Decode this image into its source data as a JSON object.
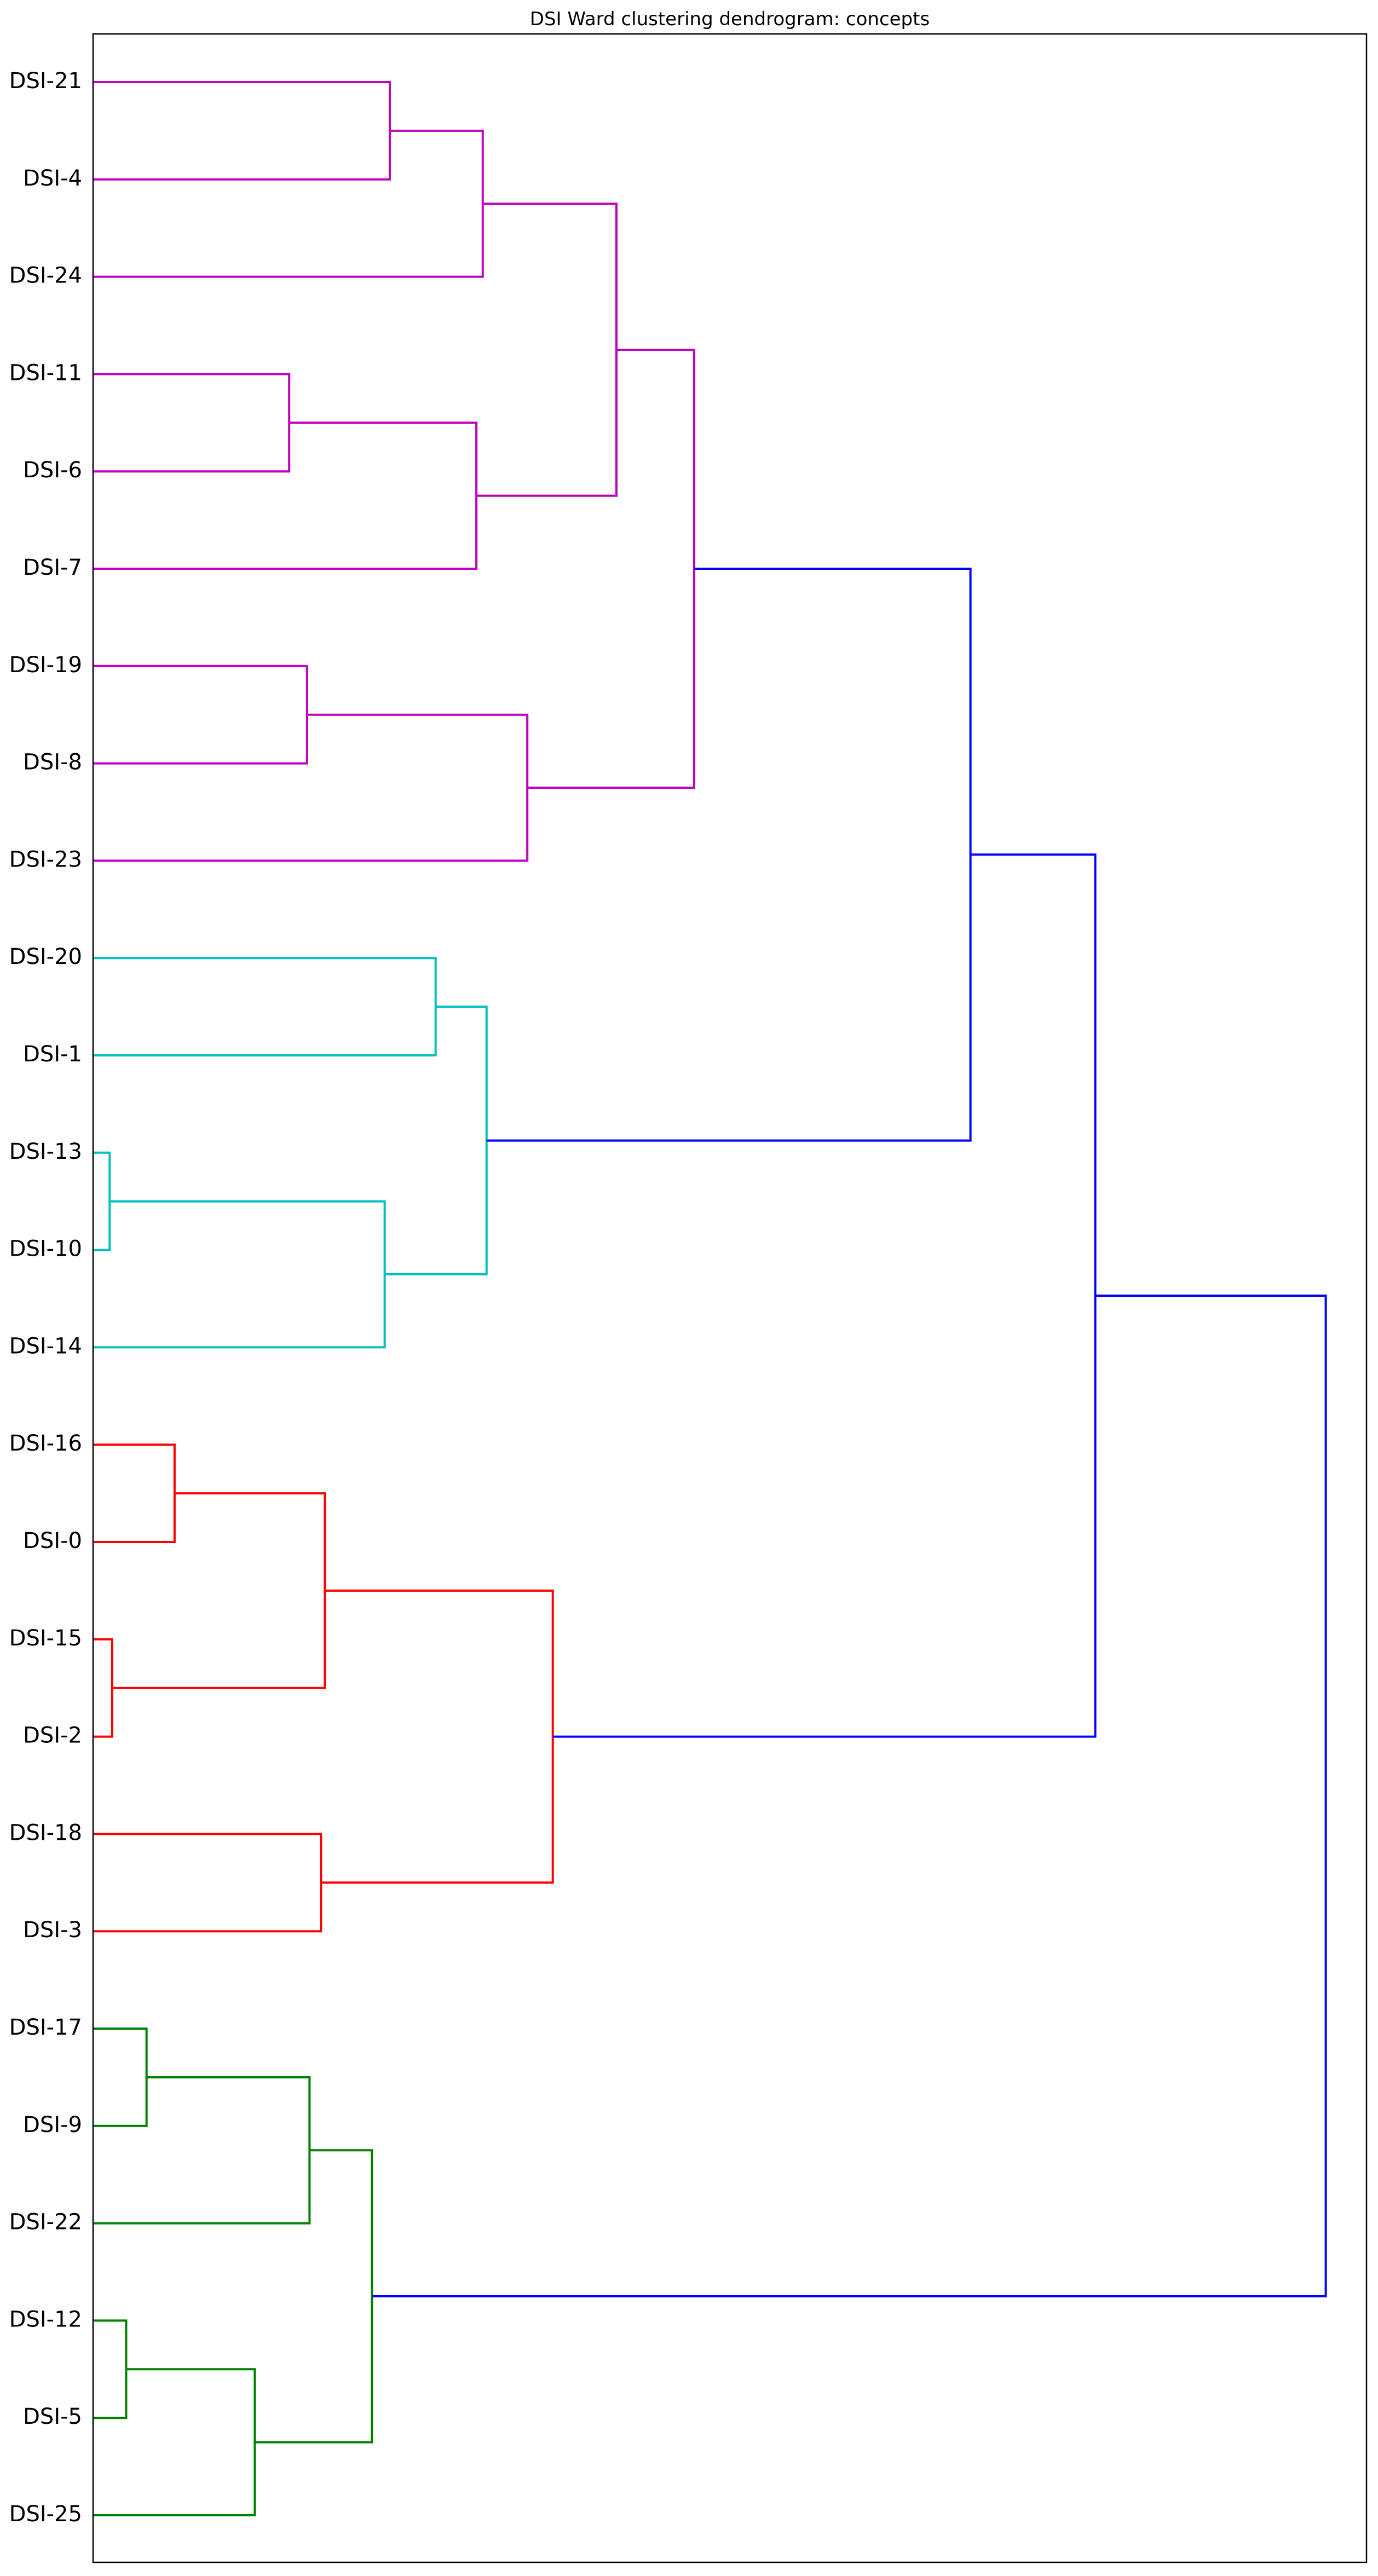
{
  "chart_data": {
    "type": "dendrogram",
    "title": "DSI Ward clustering dendrogram: concepts",
    "orientation": "left",
    "leaves": [
      "DSI-21",
      "DSI-4",
      "DSI-24",
      "DSI-11",
      "DSI-6",
      "DSI-7",
      "DSI-19",
      "DSI-8",
      "DSI-23",
      "DSI-20",
      "DSI-1",
      "DSI-13",
      "DSI-10",
      "DSI-14",
      "DSI-16",
      "DSI-0",
      "DSI-15",
      "DSI-2",
      "DSI-18",
      "DSI-3",
      "DSI-17",
      "DSI-9",
      "DSI-22",
      "DSI-12",
      "DSI-5",
      "DSI-25"
    ],
    "distance_range": [
      0,
      1
    ],
    "colors": {
      "magenta": "#bf00bf",
      "cyan": "#00bfbf",
      "red": "#ff0000",
      "green": "#008000",
      "blue": "#0000ff"
    },
    "merges": [
      {
        "id": "m1",
        "children": [
          "DSI-21",
          "DSI-4"
        ],
        "height": 0.233,
        "color": "magenta"
      },
      {
        "id": "m2",
        "children": [
          "m1",
          "DSI-24"
        ],
        "height": 0.306,
        "color": "magenta"
      },
      {
        "id": "m3",
        "children": [
          "DSI-11",
          "DSI-6"
        ],
        "height": 0.154,
        "color": "magenta"
      },
      {
        "id": "m4",
        "children": [
          "m3",
          "DSI-7"
        ],
        "height": 0.301,
        "color": "magenta"
      },
      {
        "id": "m5",
        "children": [
          "m2",
          "m4"
        ],
        "height": 0.411,
        "color": "magenta"
      },
      {
        "id": "m6",
        "children": [
          "DSI-19",
          "DSI-8"
        ],
        "height": 0.168,
        "color": "magenta"
      },
      {
        "id": "m7",
        "children": [
          "m6",
          "DSI-23"
        ],
        "height": 0.341,
        "color": "magenta"
      },
      {
        "id": "m8",
        "children": [
          "m5",
          "m7"
        ],
        "height": 0.472,
        "color": "magenta"
      },
      {
        "id": "m9",
        "children": [
          "DSI-20",
          "DSI-1"
        ],
        "height": 0.269,
        "color": "cyan"
      },
      {
        "id": "m10",
        "children": [
          "DSI-13",
          "DSI-10"
        ],
        "height": 0.013,
        "color": "cyan"
      },
      {
        "id": "m11",
        "children": [
          "m10",
          "DSI-14"
        ],
        "height": 0.229,
        "color": "cyan"
      },
      {
        "id": "m12",
        "children": [
          "m9",
          "m11"
        ],
        "height": 0.309,
        "color": "cyan"
      },
      {
        "id": "m13",
        "children": [
          "m8",
          "m12"
        ],
        "height": 0.689,
        "color": "blue"
      },
      {
        "id": "m14",
        "children": [
          "DSI-16",
          "DSI-0"
        ],
        "height": 0.064,
        "color": "red"
      },
      {
        "id": "m15",
        "children": [
          "DSI-15",
          "DSI-2"
        ],
        "height": 0.015,
        "color": "red"
      },
      {
        "id": "m16",
        "children": [
          "m14",
          "m15"
        ],
        "height": 0.182,
        "color": "red"
      },
      {
        "id": "m17",
        "children": [
          "DSI-18",
          "DSI-3"
        ],
        "height": 0.179,
        "color": "red"
      },
      {
        "id": "m18",
        "children": [
          "m16",
          "m17"
        ],
        "height": 0.361,
        "color": "red"
      },
      {
        "id": "m19",
        "children": [
          "m13",
          "m18"
        ],
        "height": 0.787,
        "color": "blue"
      },
      {
        "id": "m20",
        "children": [
          "DSI-17",
          "DSI-9"
        ],
        "height": 0.042,
        "color": "green"
      },
      {
        "id": "m21",
        "children": [
          "m20",
          "DSI-22"
        ],
        "height": 0.17,
        "color": "green"
      },
      {
        "id": "m22",
        "children": [
          "DSI-12",
          "DSI-5"
        ],
        "height": 0.026,
        "color": "green"
      },
      {
        "id": "m23",
        "children": [
          "m22",
          "DSI-25"
        ],
        "height": 0.127,
        "color": "green"
      },
      {
        "id": "m24",
        "children": [
          "m21",
          "m23"
        ],
        "height": 0.219,
        "color": "green"
      },
      {
        "id": "m25",
        "children": [
          "m19",
          "m24"
        ],
        "height": 0.968,
        "color": "blue"
      }
    ]
  }
}
